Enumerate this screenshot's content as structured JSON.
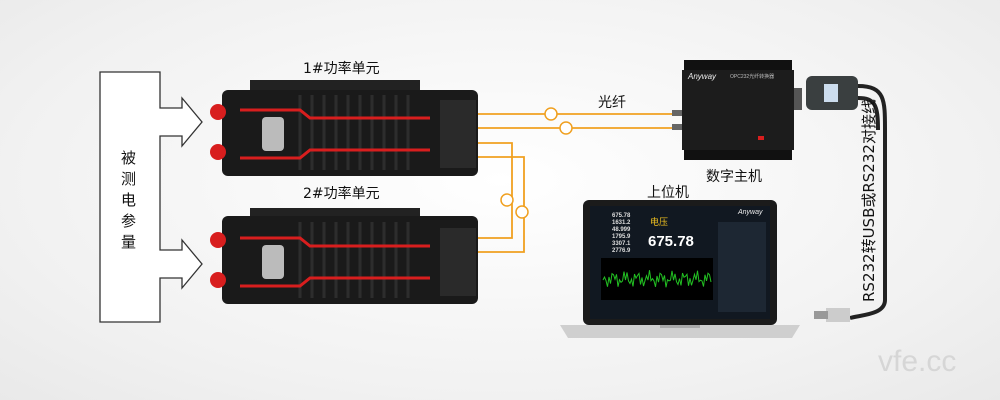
{
  "labels": {
    "measured": "被测电参量",
    "unit1": "1#功率单元",
    "unit2": "2#功率单元",
    "fiber": "光纤",
    "host": "数字主机",
    "pc": "上位机",
    "cable": "RS232转USB或RS232对接线"
  },
  "brand": "Anyway",
  "host_model": "OPC232光纤转换器",
  "watermark": "vfe.cc",
  "screen": {
    "big_label": "电压",
    "big_value": "675.78",
    "readings": [
      "675.78",
      "1631.2",
      "48.999",
      "1795.9",
      "3307.1",
      "2776.9"
    ]
  },
  "colors": {
    "fiber": "#f0a020",
    "device": "#1a1a1a",
    "accent": "#d81e1e",
    "waveform": "#22c022"
  }
}
